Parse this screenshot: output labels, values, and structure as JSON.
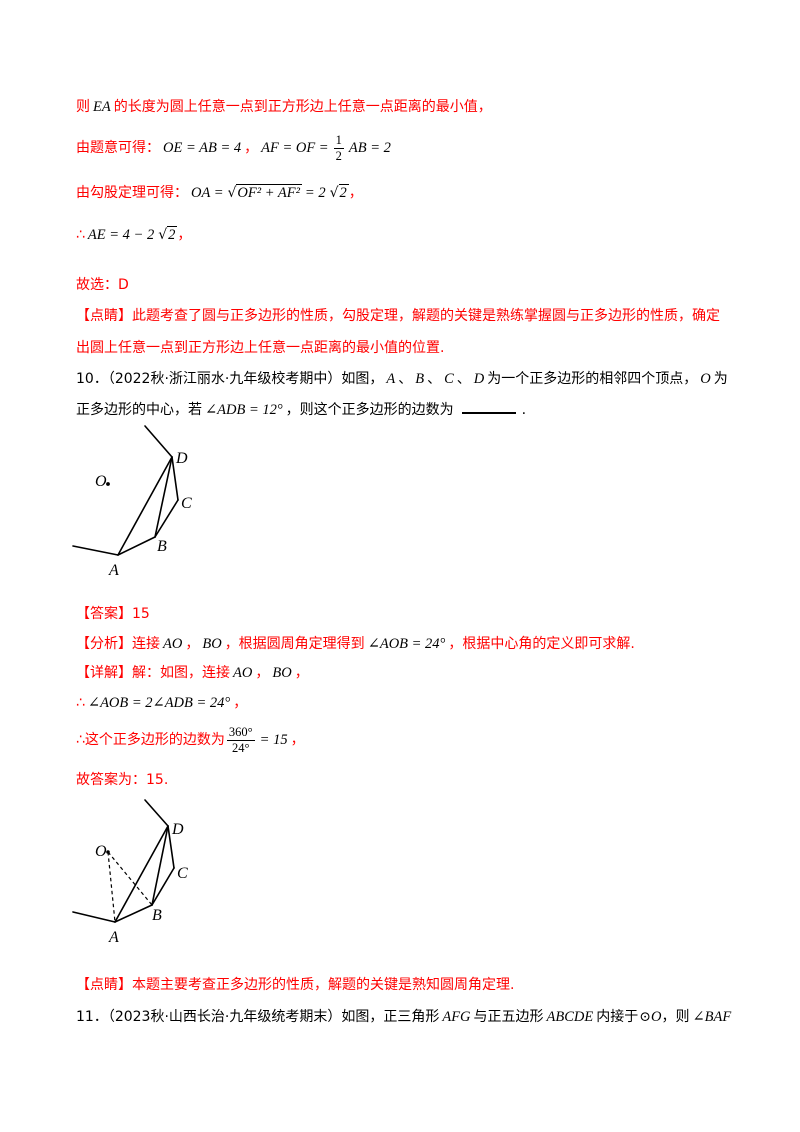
{
  "prev": {
    "l1": {
      "pre": "则",
      "math": "EA",
      "post": "的长度为圆上任意一点到正方形边上任意一点距离的最小值，"
    },
    "l2": {
      "pre": "由题意可得：",
      "m1": "OE = AB = 4",
      "sep": "，",
      "m2a": "AF = OF =",
      "num": "1",
      "den": "2",
      "m2b": "AB = 2"
    },
    "l3": {
      "pre": "由勾股定理可得：",
      "lhs": "OA =",
      "sqrt": "√",
      "radicand": "OF² + AF²",
      "rhs": "= 2",
      "sqrt2": "√",
      "radicand2": "2",
      "post": "，"
    },
    "l4": {
      "pre": "∴",
      "lhs": "AE = 4 − 2",
      "sqrt": "√",
      "radicand": "2",
      "post": "，"
    },
    "l5": "故选：D",
    "note1": "【点睛】此题考查了圆与正多边形的性质，勾股定理，解题的关键是熟练掌握圆与正多边形的性质，确定",
    "note2": "出圆上任意一点到正方形边上任意一点距离的最小值的位置."
  },
  "q10": {
    "l1": {
      "a": "10．（2022秋·浙江丽水·九年级校考期中）如图，",
      "A": "A",
      "s1": "、",
      "B": "B",
      "s2": "、",
      "C": "C",
      "s3": "、",
      "D": "D",
      "b": "为一个正多边形的相邻四个顶点，",
      "O": "O",
      "c": "为"
    },
    "l2": {
      "a": "正多边形的中心，若",
      "angle": "∠ADB = 12°",
      "b": "，则这个正多边形的边数为",
      "end": "."
    },
    "figure1": {
      "A": "A",
      "B": "B",
      "C": "C",
      "D": "D",
      "O": "O"
    },
    "answer": "【答案】15",
    "analysis": {
      "tag": "【分析】连接",
      "m1": "AO",
      "s1": "，",
      "m2": "BO",
      "s2": "，根据圆周角定理得到",
      "m3": "∠AOB = 24°",
      "post": "，根据中心角的定义即可求解."
    },
    "detail": {
      "tag": "【详解】解：如图，连接",
      "m1": "AO",
      "s1": "，",
      "m2": "BO",
      "s2": "，"
    },
    "step1": {
      "pre": "∴",
      "math": "∠AOB = 2∠ADB = 24°",
      "post": "，"
    },
    "step2": {
      "pre": "∴这个正多边形的边数为",
      "num": "360°",
      "den": "24°",
      "rhs": "= 15",
      "post": "，"
    },
    "final": "故答案为：15.",
    "figure2": {
      "A": "A",
      "B": "B",
      "C": "C",
      "D": "D",
      "O": "O"
    },
    "note": "【点睛】本题主要考查正多边形的性质，解题的关键是熟知圆周角定理."
  },
  "q11": {
    "a": "11．（2023秋·山西长治·九年级统考期末）如图，正三角形",
    "m1": "AFG",
    "b": "与正五边形",
    "m2": "ABCDE",
    "c": "内接于",
    "circ": "⊙",
    "m3": "O",
    "d": "，则",
    "m4": "∠BAF"
  },
  "colors": {
    "solution_text": "#ff0000",
    "question_text": "#000000"
  }
}
